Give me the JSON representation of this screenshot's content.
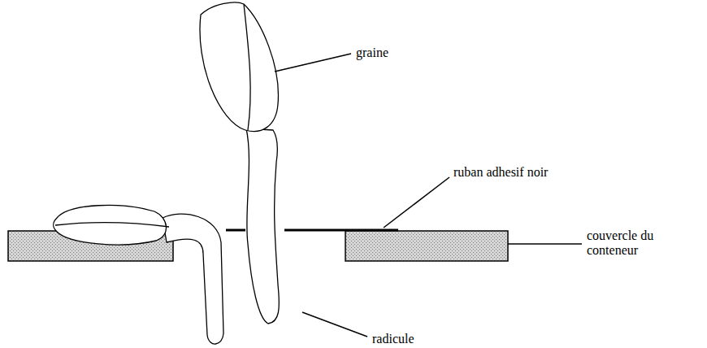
{
  "diagram": {
    "labels": [
      "graine",
      "ruban adhesif noir",
      "couvercle du conteneur",
      "radicule"
    ]
  }
}
